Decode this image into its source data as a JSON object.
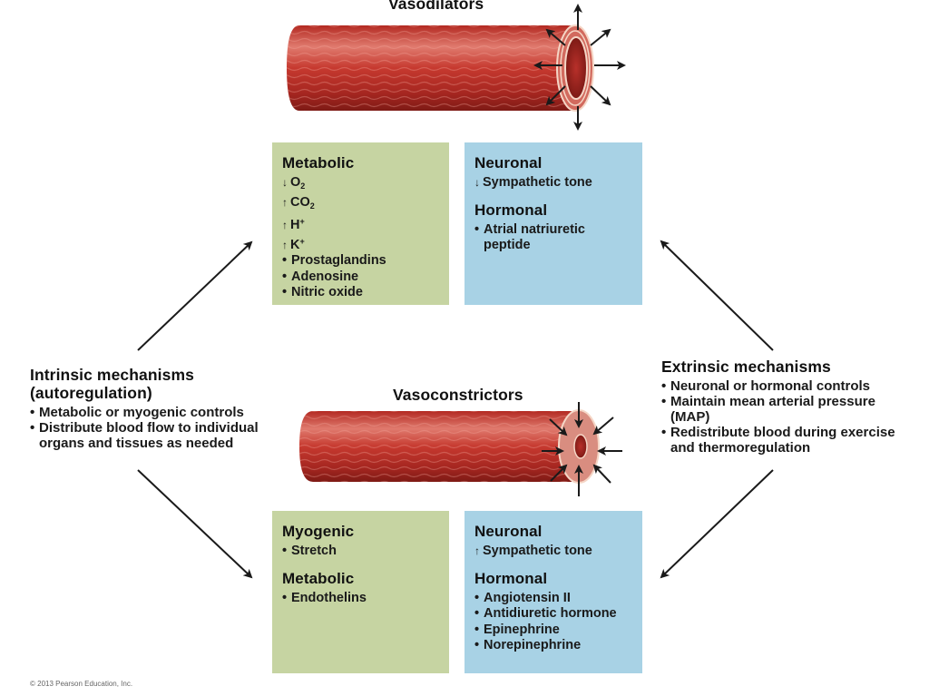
{
  "top": {
    "title": "Vasodilators",
    "effect": "dilation",
    "left_box": {
      "heading": "Metabolic",
      "items": [
        {
          "marker": "↓",
          "text": "O",
          "sub": "2"
        },
        {
          "marker": "↑",
          "text": "CO",
          "sub": "2"
        },
        {
          "marker": "↑",
          "text": "H",
          "sup": "+"
        },
        {
          "marker": "↑",
          "text": "K",
          "sup": "+"
        },
        {
          "marker": "•",
          "text": "Prostaglandins"
        },
        {
          "marker": "•",
          "text": "Adenosine"
        },
        {
          "marker": "•",
          "text": "Nitric oxide"
        }
      ]
    },
    "right_box": {
      "sections": [
        {
          "heading": "Neuronal",
          "items": [
            {
              "marker": "↓",
              "text": "Sympathetic tone"
            }
          ]
        },
        {
          "heading": "Hormonal",
          "items": [
            {
              "marker": "•",
              "text": "Atrial natriuretic",
              "cont": "peptide"
            }
          ]
        }
      ]
    }
  },
  "bottom": {
    "title": "Vasoconstrictors",
    "effect": "constriction",
    "left_box": {
      "sections": [
        {
          "heading": "Myogenic",
          "items": [
            {
              "marker": "•",
              "text": "Stretch"
            }
          ]
        },
        {
          "heading": "Metabolic",
          "items": [
            {
              "marker": "•",
              "text": "Endothelins"
            }
          ]
        }
      ]
    },
    "right_box": {
      "sections": [
        {
          "heading": "Neuronal",
          "items": [
            {
              "marker": "↑",
              "text": "Sympathetic tone"
            }
          ]
        },
        {
          "heading": "Hormonal",
          "items": [
            {
              "marker": "•",
              "text": "Angiotensin II"
            },
            {
              "marker": "•",
              "text": "Antidiuretic hormone"
            },
            {
              "marker": "•",
              "text": "Epinephrine"
            },
            {
              "marker": "•",
              "text": "Norepinephrine"
            }
          ]
        }
      ]
    }
  },
  "intrinsic": {
    "heading_line1": "Intrinsic mechanisms",
    "heading_line2": "(autoregulation)",
    "bullets": [
      {
        "text": "Metabolic or myogenic controls"
      },
      {
        "text": "Distribute blood flow to individual",
        "cont": "organs and tissues as needed"
      }
    ]
  },
  "extrinsic": {
    "heading": "Extrinsic mechanisms",
    "bullets": [
      {
        "text": "Neuronal or hormonal controls"
      },
      {
        "text": "Maintain mean arterial pressure",
        "cont": "(MAP)"
      },
      {
        "text": "Redistribute blood during exercise",
        "cont": "and thermoregulation"
      }
    ]
  },
  "colors": {
    "vessel": "#c23a30",
    "vessel_dark": "#8e1f1a",
    "vessel_highlight": "#e8847a",
    "green_box": "#c6d4a2",
    "blue_box": "#a8d2e5",
    "arrow": "#1a1a1a"
  },
  "credit": "© 2013 Pearson Education, Inc."
}
